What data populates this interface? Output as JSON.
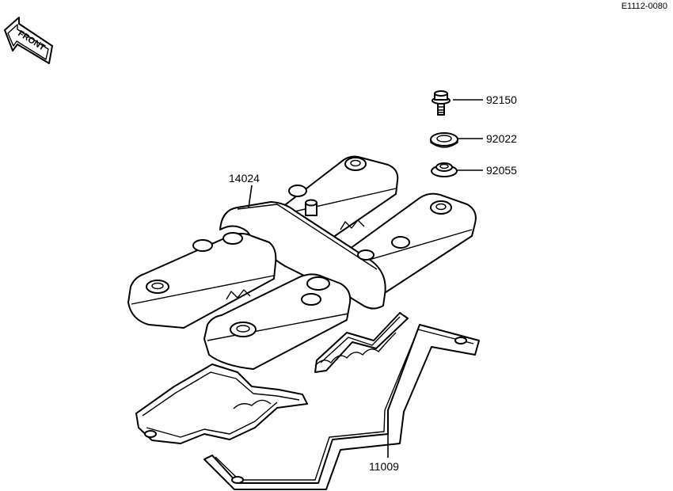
{
  "drawing_code": "E1112-0080",
  "front_arrow": {
    "label": "FRONT",
    "icon": "front-arrow-icon"
  },
  "callouts": [
    {
      "part_no": "92150",
      "part": "bolt"
    },
    {
      "part_no": "92022",
      "part": "washer"
    },
    {
      "part_no": "92055",
      "part": "grommet"
    },
    {
      "part_no": "14024",
      "part": "cylinder-head-cover"
    },
    {
      "part_no": "11009",
      "part": "cover-gasket"
    }
  ]
}
